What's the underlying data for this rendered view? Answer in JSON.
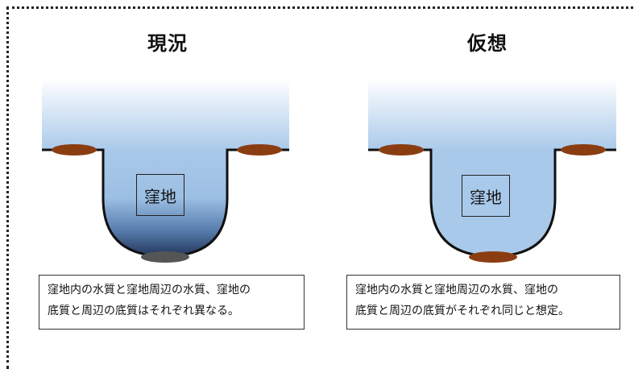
{
  "current": {
    "title": "現況",
    "label": "窪地",
    "caption": "窪地内の水質と窪地周辺の水質、窪地の\n底質と周辺の底質はそれぞれ異なる。"
  },
  "hypothetical": {
    "title": "仮想",
    "label": "窪地",
    "caption": "窪地内の水質と窪地周辺の水質、窪地の\n底質と周辺の底質がそれぞれ同じと想定。"
  },
  "colors": {
    "water_top": "#ffffff",
    "water_main": "#a9c9ea",
    "water_deep": "#2b3f63",
    "sediment": "#8b3d12",
    "sediment_dark": "#555555",
    "outline": "#111111"
  }
}
